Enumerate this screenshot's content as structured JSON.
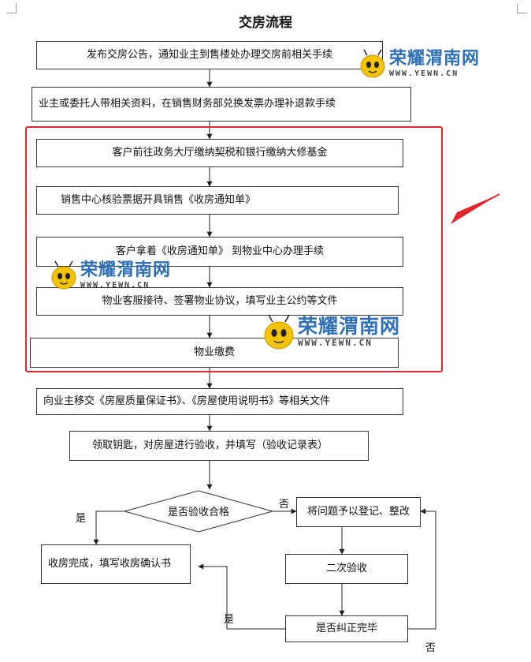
{
  "title": "交房流程",
  "steps": {
    "s1": "发布交房公告，通知业主到售楼处办理交房前相关手续",
    "s2": "业主或委托人带相关资料，在销售财务部兑换发票办理补退款手续",
    "s3": "客户前往政务大厅缴纳契税和银行缴纳大修基金",
    "s4": "销售中心核验票据开具销售《收房通知单》",
    "s5": "客户拿着《收房通知单》 到物业中心办理手续",
    "s6": "物业客服接待、签署物业协议，填写业主公约等文件",
    "s7": "物业缴费",
    "s8": "向业主移交《房屋质量保证书》、《房屋使用说明书》等相关文件",
    "s9": "领取钥匙，对房屋进行验收，并填写（验收记录表）",
    "decision1": "是否验收合格",
    "register": "将问题予以登记、整改",
    "complete": "收房完成，填写收房确认书",
    "second_check": "二次验收",
    "decision2": "是否纠正完毕"
  },
  "labels": {
    "yes1": "是",
    "no1": "否",
    "yes2": "是",
    "no2": "否"
  },
  "watermark": {
    "name": "荣耀渭南网",
    "url": "WWW.YEWN.CN"
  }
}
